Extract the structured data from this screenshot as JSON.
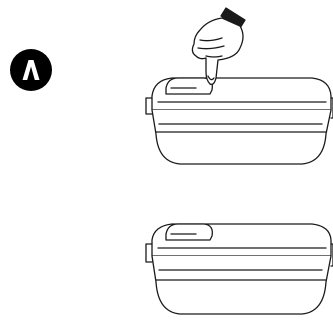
{
  "step_badge": {
    "glyph": "Λ",
    "fill_color": "#000000",
    "glyph_color": "#ffffff"
  },
  "illustrations": [
    {
      "name": "container-with-pressing-hand",
      "state": "pressed",
      "icon": "hand-pointer-icon"
    },
    {
      "name": "container-closed",
      "state": "closed"
    }
  ],
  "colors": {
    "line": "#1a1a1a",
    "background": "#ffffff"
  }
}
